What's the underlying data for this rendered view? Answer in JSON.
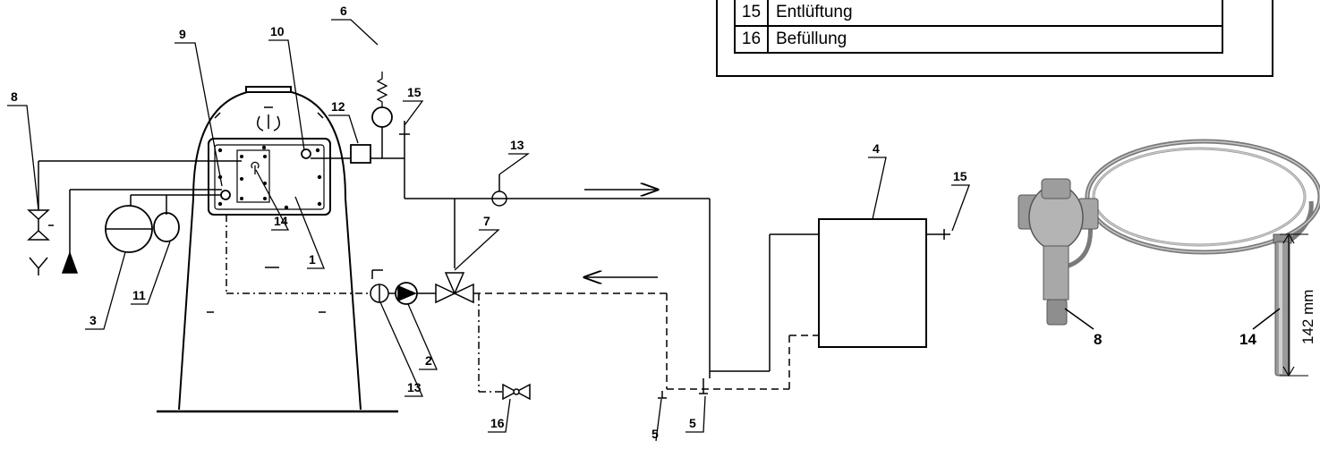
{
  "legend": {
    "rows": [
      {
        "num": "15",
        "text": "Entlüftung"
      },
      {
        "num": "16",
        "text": "Befüllung"
      }
    ]
  },
  "labels": {
    "l1": "1",
    "l2": "2",
    "l3": "3",
    "l4": "4",
    "l5a": "5",
    "l5b": "5",
    "l6": "6",
    "l7": "7",
    "l8": "8",
    "l9": "9",
    "l10": "10",
    "l11": "11",
    "l12": "12",
    "l13a": "13",
    "l13b": "13",
    "l14": "14",
    "l15a": "15",
    "l15b": "15",
    "l16": "16"
  },
  "photo": {
    "label_valve": "8",
    "label_sensor": "14",
    "dimension": "142 mm"
  }
}
